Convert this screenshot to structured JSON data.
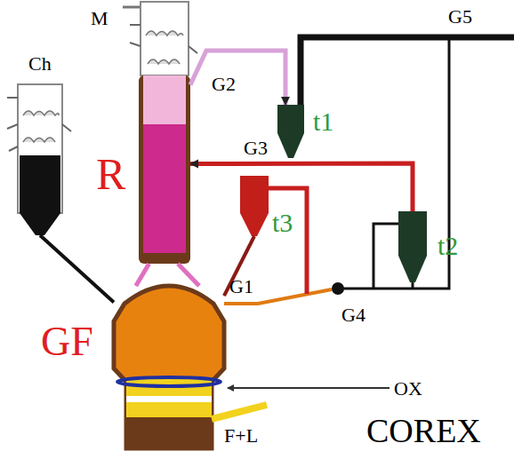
{
  "diagram": {
    "nodes": [
      {
        "text": [
          "M"
        ]
      },
      {
        "text": [
          "Ch"
        ]
      },
      {
        "text": [
          "R"
        ]
      },
      {
        "text": [
          "t1"
        ]
      },
      {
        "text": [
          "t3"
        ]
      },
      {
        "text": [
          "t2"
        ]
      },
      {
        "text": [
          "GF"
        ]
      }
    ],
    "edges": [
      {
        "from": 1,
        "to": 6,
        "arrow": "none"
      },
      {
        "from": 2,
        "to": 6,
        "arrow": "none"
      },
      {
        "from": 2,
        "to": 3,
        "label": "G2",
        "arrow": "to"
      },
      {
        "from": 5,
        "to": 2,
        "label": "G3",
        "arrow": "to"
      },
      {
        "from": 4,
        "to": 6,
        "arrow": "none"
      }
    ],
    "labels": [
      "G1",
      "G4",
      "G5",
      "OX",
      "F+L",
      "COREX"
    ]
  }
}
